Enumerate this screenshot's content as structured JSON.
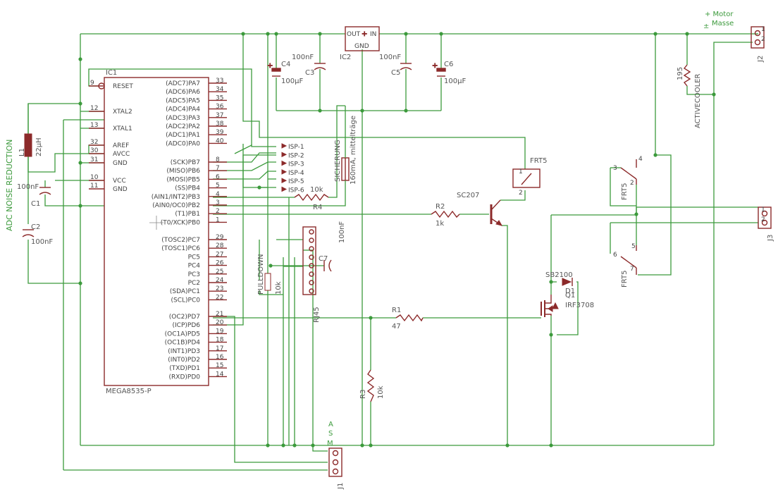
{
  "labels": {
    "adc_noise": "ADC NOISE REDUCTION",
    "motor_plus": "+ Motor",
    "masse": "Masse",
    "j1_a": "A",
    "j1_s": "S",
    "j1_m": "M",
    "activecooler": "ACTIVECOOLER",
    "r195": "195",
    "sicherung": "SICHERUNG",
    "fuse_rating": "160mA, mittelträge",
    "pulldown": "PULLDOWN"
  },
  "ic1": {
    "name": "IC1",
    "part": "MEGA8535-P",
    "left_pins": [
      {
        "num": "9",
        "name": "RESET"
      },
      {
        "num": "12",
        "name": "XTAL2"
      },
      {
        "num": "13",
        "name": "XTAL1"
      },
      {
        "num": "32",
        "name": "AREF"
      },
      {
        "num": "30",
        "name": "AVCC"
      },
      {
        "num": "31",
        "name": "GND"
      },
      {
        "num": "10",
        "name": "VCC"
      },
      {
        "num": "11",
        "name": "GND"
      }
    ],
    "right_pins": [
      {
        "num": "33",
        "name": "(ADC7)PA7"
      },
      {
        "num": "34",
        "name": "(ADC6)PA6"
      },
      {
        "num": "35",
        "name": "(ADC5)PA5"
      },
      {
        "num": "36",
        "name": "(ADC4)PA4"
      },
      {
        "num": "37",
        "name": "(ADC3)PA3"
      },
      {
        "num": "38",
        "name": "(ADC2)PA2"
      },
      {
        "num": "39",
        "name": "(ADC1)PA1"
      },
      {
        "num": "40",
        "name": "(ADC0)PA0"
      },
      {
        "num": "8",
        "name": "(SCK)PB7"
      },
      {
        "num": "7",
        "name": "(MISO)PB6"
      },
      {
        "num": "6",
        "name": "(MOSI)PB5"
      },
      {
        "num": "5",
        "name": "(SS)PB4"
      },
      {
        "num": "4",
        "name": "(AIN1/INT2)PB3"
      },
      {
        "num": "3",
        "name": "(AIN0/OC0)PB2"
      },
      {
        "num": "2",
        "name": "(T1)PB1"
      },
      {
        "num": "1",
        "name": "(T0/XCK)PB0"
      },
      {
        "num": "29",
        "name": "(TOSC2)PC7"
      },
      {
        "num": "28",
        "name": "(TOSC1)PC6"
      },
      {
        "num": "27",
        "name": "PC5"
      },
      {
        "num": "26",
        "name": "PC4"
      },
      {
        "num": "25",
        "name": "PC3"
      },
      {
        "num": "24",
        "name": "PC2"
      },
      {
        "num": "23",
        "name": "(SDA)PC1"
      },
      {
        "num": "22",
        "name": "(SCL)PC0"
      },
      {
        "num": "21",
        "name": "(OC2)PD7"
      },
      {
        "num": "20",
        "name": "(ICP)PD6"
      },
      {
        "num": "19",
        "name": "(OC1A)PD5"
      },
      {
        "num": "18",
        "name": "(OC1B)PD4"
      },
      {
        "num": "17",
        "name": "(INT1)PD3"
      },
      {
        "num": "16",
        "name": "(INT0)PD2"
      },
      {
        "num": "15",
        "name": "(TXD)PD1"
      },
      {
        "num": "14",
        "name": "(RXD)PD0"
      }
    ]
  },
  "isp": [
    "ISP-1",
    "ISP-2",
    "ISP-3",
    "ISP-4",
    "ISP-5",
    "ISP-6"
  ],
  "components": {
    "l1": {
      "name": "L1",
      "value": "22µH"
    },
    "c1": {
      "name": "C1",
      "value": "100nF"
    },
    "c2": {
      "name": "C2",
      "value": "100nF"
    },
    "c3": {
      "name": "C3",
      "value": "100nF"
    },
    "c4": {
      "name": "C4",
      "value": "100µF"
    },
    "c5": {
      "name": "C5",
      "value": "100nF"
    },
    "c6": {
      "name": "C6",
      "value": "100µF"
    },
    "c7": {
      "name": "C7",
      "value": "100nF"
    },
    "ic2": {
      "name": "IC2",
      "pin_out": "OUT",
      "pin_in": "IN",
      "pin_gnd": "GND"
    },
    "r1": {
      "name": "R1",
      "value": "47"
    },
    "r2": {
      "name": "R2",
      "value": "1k"
    },
    "r3": {
      "name": "R3",
      "value": "10k"
    },
    "r4": {
      "name": "R4",
      "value": "10k"
    },
    "r5_value": "10k",
    "q_transistor": {
      "name": "SC207"
    },
    "mosfet": {
      "name": "Q1",
      "value": "IRF3708"
    },
    "diode": {
      "name": "D1",
      "value": "SB2100"
    },
    "relay": {
      "name": "FRT5"
    },
    "relay_contacts": [
      "FRT5",
      "FRT5"
    ],
    "relay_pins": [
      "1",
      "2",
      "4",
      "3",
      "2",
      "6",
      "5",
      "7"
    ],
    "rj45": {
      "name": "RJ45"
    },
    "j1": {
      "name": "J1"
    },
    "j2": {
      "name": "J2"
    },
    "j3": {
      "name": "J3"
    },
    "conn_pins": [
      "1",
      "2"
    ]
  }
}
